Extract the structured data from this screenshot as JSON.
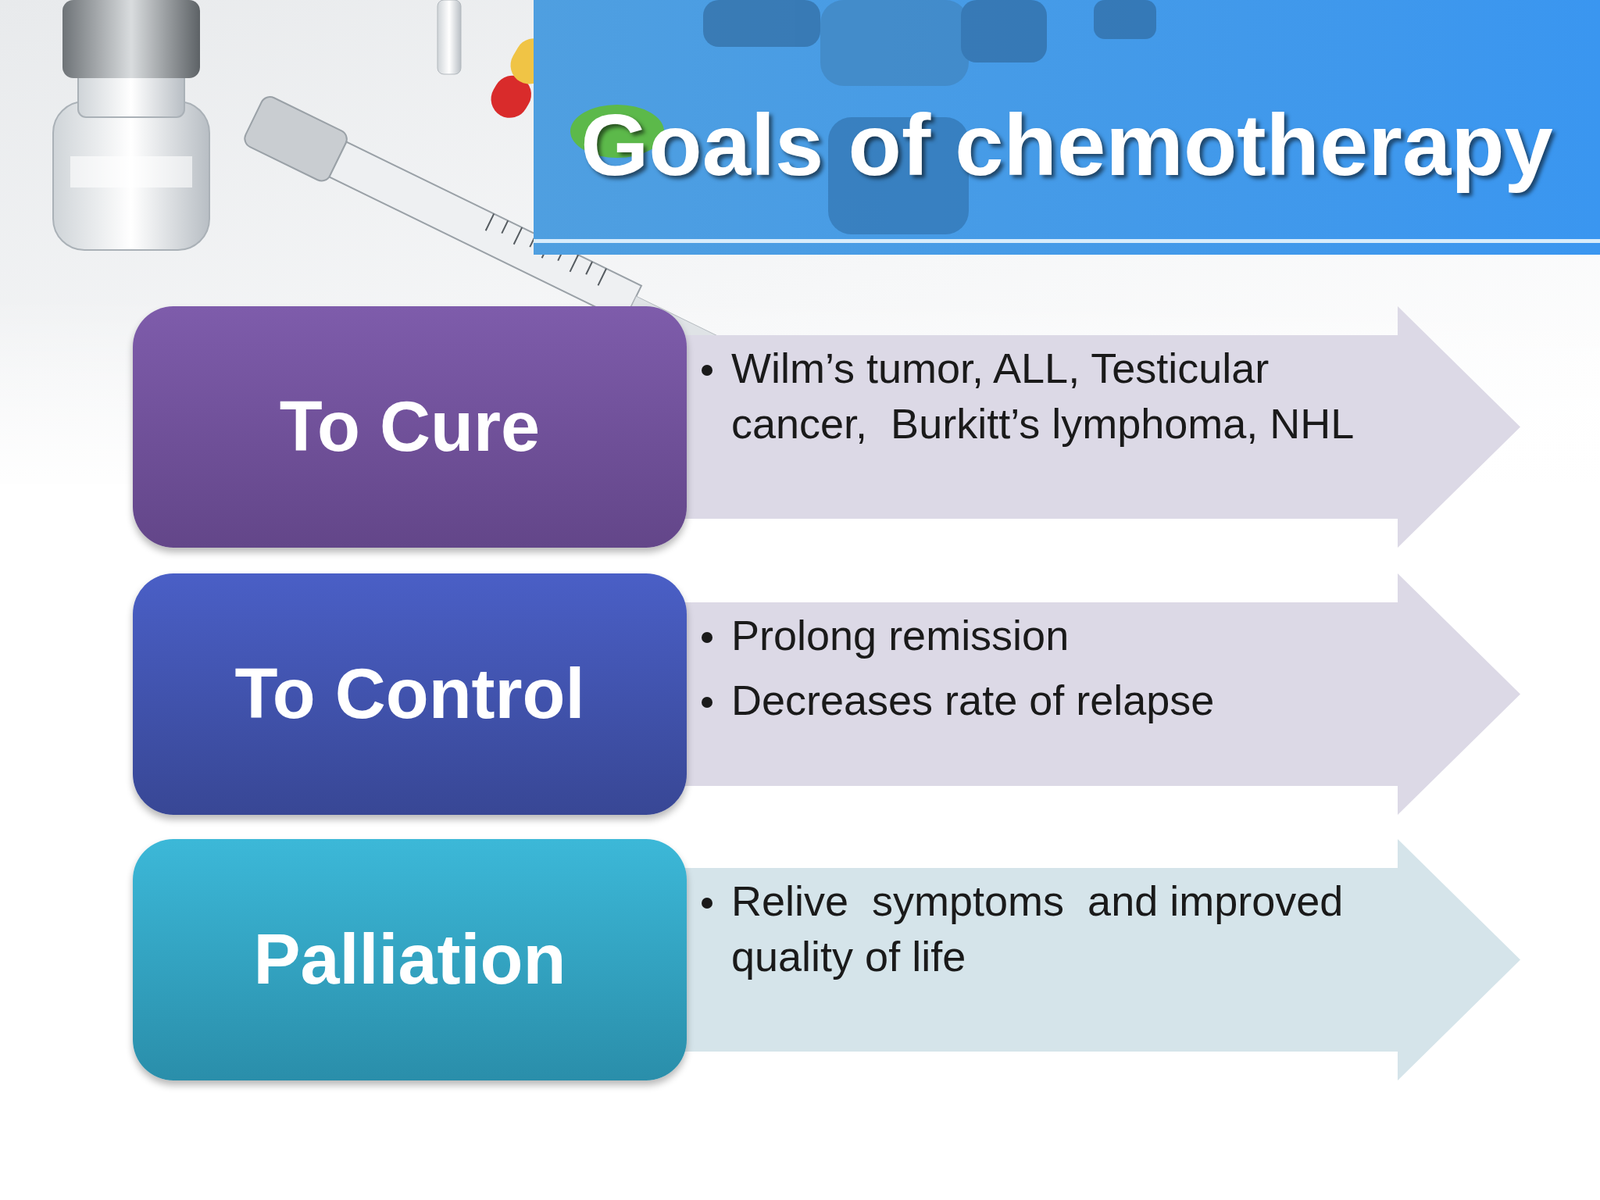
{
  "diagram": {
    "title": "Goals of chemotherapy",
    "nodes": [
      {
        "text": [
          "To Cure"
        ]
      },
      {
        "text": [
          "Wilm’s tumor, ALL, Testicular cancer,  Burkitt’s lymphoma, NHL"
        ]
      },
      {
        "text": [
          "To Control"
        ]
      },
      {
        "text": [
          "Prolong remission",
          "Decreases rate of relapse"
        ]
      },
      {
        "text": [
          "Palliation"
        ]
      },
      {
        "text": [
          "Relive  symptoms  and improved quality of life"
        ]
      }
    ]
  }
}
